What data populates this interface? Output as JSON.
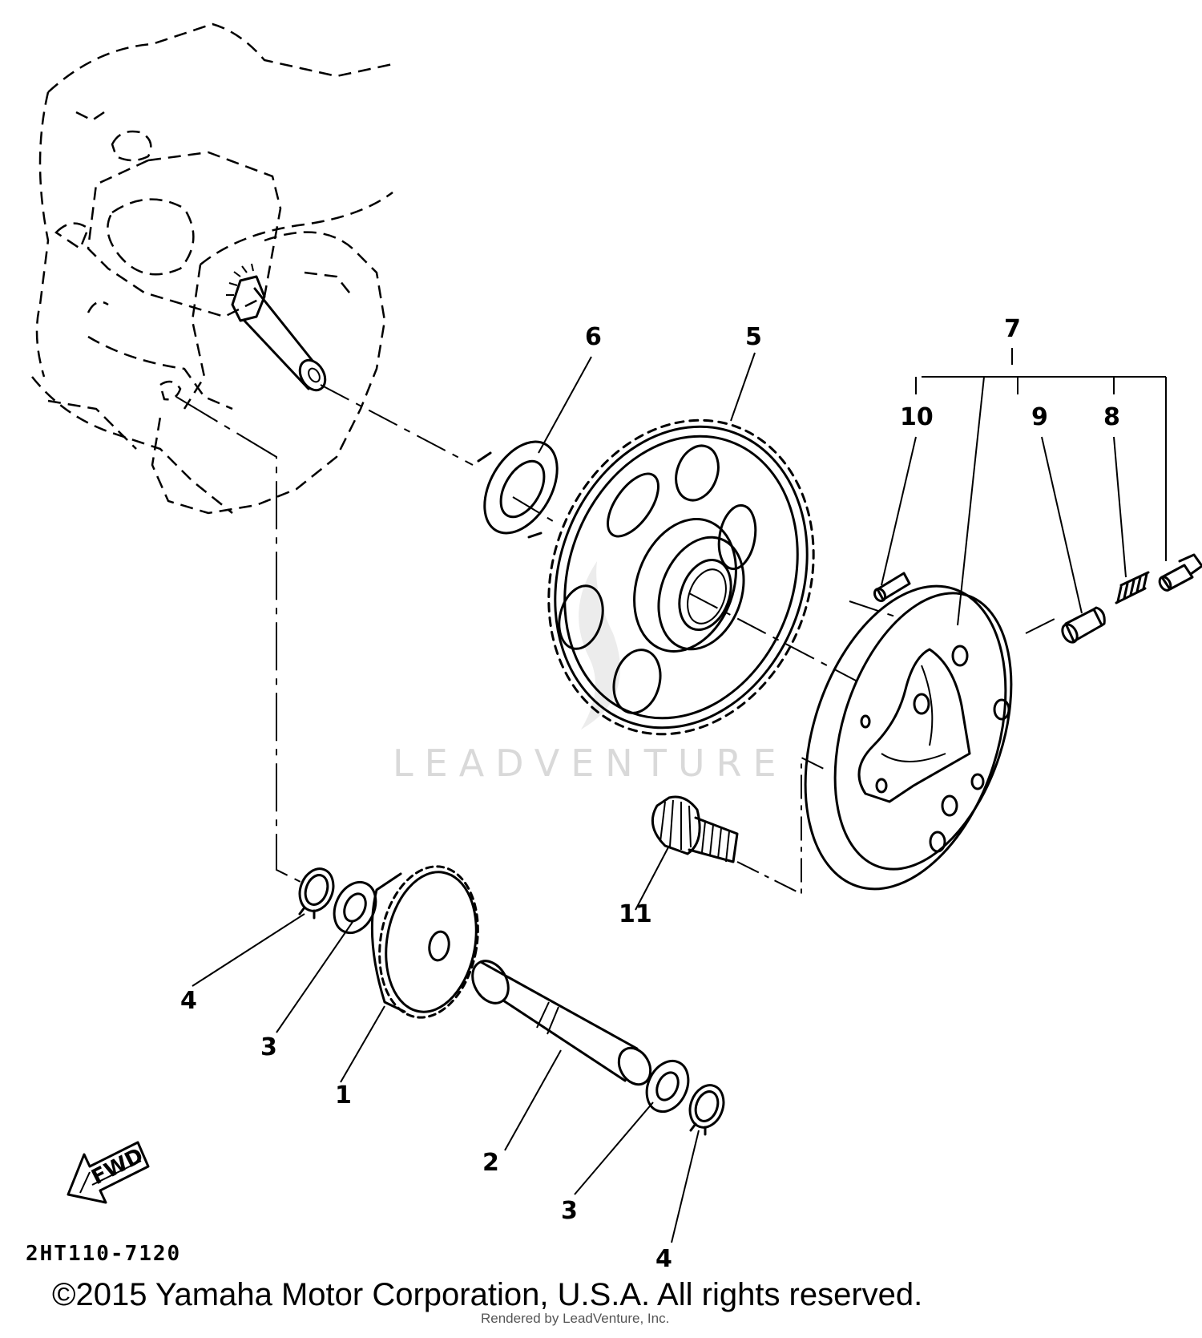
{
  "diagram_code": "2HT110-7120",
  "watermark": "LEADVENTURE",
  "copyright": "©2015 Yamaha Motor Corporation, U.S.A. All rights reserved.",
  "rendered_by": "Rendered by LeadVenture, Inc.",
  "fwd_label": "FWD",
  "callouts": {
    "c1": "1",
    "c2": "2",
    "c3a": "3",
    "c3b": "3",
    "c4a": "4",
    "c4b": "4",
    "c5": "5",
    "c6": "6",
    "c7": "7",
    "c8": "8",
    "c9": "9",
    "c10": "10",
    "c11": "11"
  }
}
